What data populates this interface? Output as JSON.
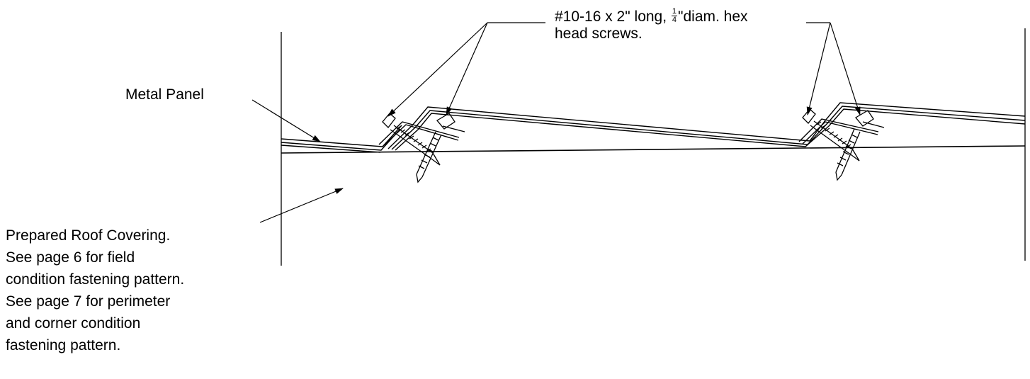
{
  "labels": {
    "screws": {
      "line1_before": "#10-16 x 2\" long, ",
      "fraction_numerator": "1",
      "fraction_denominator": "4",
      "line1_after": "\"diam. hex",
      "line2": "head screws."
    },
    "metal_panel": "Metal Panel",
    "roof_covering": [
      "Prepared Roof Covering.",
      "See page 6 for field",
      "condition fastening pattern.",
      "See page 7 for perimeter",
      "and corner condition",
      "fastening pattern."
    ]
  },
  "colors": {
    "line": "#000000",
    "background": "#ffffff"
  }
}
